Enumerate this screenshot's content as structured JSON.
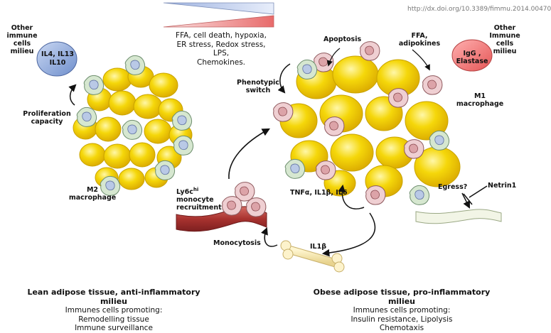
{
  "doi": "http://dx.doi.org/10.3389/fimmu.2014.00470",
  "gradient": {
    "stress_labels": [
      "FFA, cell death, hypoxia,",
      "ER stress, Redox stress, LPS,",
      "Chemokines."
    ]
  },
  "lean": {
    "other_cells_title": [
      "Other",
      "immune cells",
      "milieu"
    ],
    "cytokines": [
      "IL4, IL13",
      "IL10"
    ],
    "proliferation_label": [
      "Proliferation",
      "capacity"
    ],
    "macrophage_label": [
      "M2",
      "macrophage"
    ],
    "caption_title": "Lean adipose tissue, anti-inflammatory milieu",
    "caption_lines": [
      "Immunes cells promoting:",
      "Remodelling tissue",
      "Immune surveillance"
    ]
  },
  "obese": {
    "apoptosis_label": "Apoptosis",
    "ffa_label": [
      "FFA,",
      "adipokines"
    ],
    "other_cells_title": [
      "Other",
      "Immune cells",
      "milieu"
    ],
    "other_cells_content": [
      "IgG ,",
      "Elastase"
    ],
    "phenotypic_switch_label": [
      "Phenotypic",
      "switch"
    ],
    "m1_label": [
      "M1",
      "macrophage"
    ],
    "cytokines_label": "TNFα, IL1β, IL6",
    "egress_label": "Egress?",
    "netrin_label": "Netrin1",
    "caption_title": "Obese adipose tissue, pro-inflammatory milieu",
    "caption_lines": [
      "Immunes cells promoting:",
      "Insulin resistance, Lipolysis",
      "Chemotaxis"
    ]
  },
  "monocyte": {
    "recruitment_label_prefix": "Ly6c",
    "recruitment_label_sup": "hi",
    "recruitment_label_suffix": " monocyte",
    "recruitment_label_line2": "recruitment",
    "monocytosis_label": "Monocytosis",
    "bone_label": "IL1β"
  },
  "colors": {
    "adipocyte": "#f5d70a",
    "adipocyte_edge": "#c9a300",
    "m2_cell": "#cfe1c9",
    "m1_cell": "#e8c3c6",
    "blood_vessel": "#b5433f",
    "blue_milieu": "#8fa8d8",
    "red_milieu": "#f07a7a"
  }
}
